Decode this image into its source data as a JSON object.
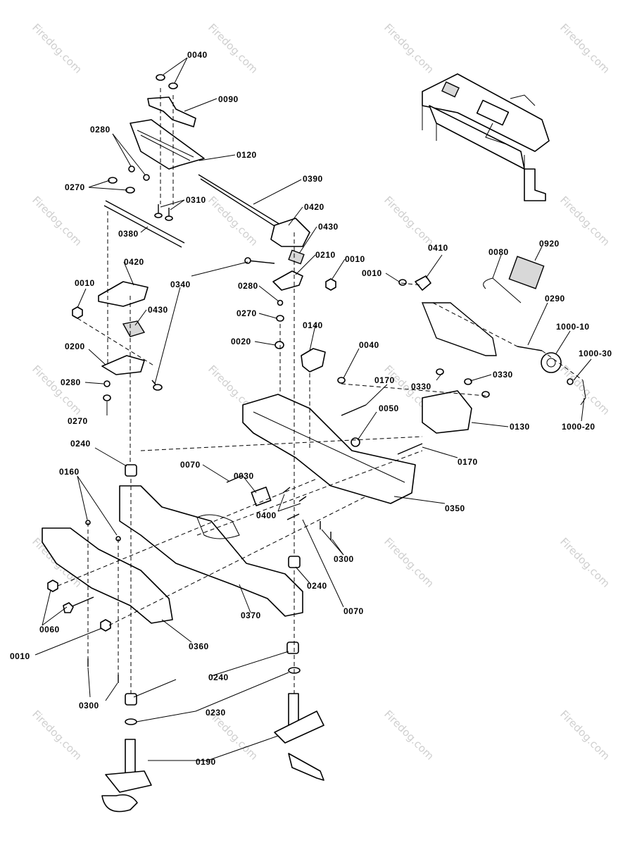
{
  "watermark": {
    "text": "Firedog.com",
    "color": "#cfcfcf"
  },
  "callouts": [
    {
      "id": "c0040a",
      "text": "0040"
    },
    {
      "id": "c0090",
      "text": "0090"
    },
    {
      "id": "c0280a",
      "text": "0280"
    },
    {
      "id": "c0120",
      "text": "0120"
    },
    {
      "id": "c0270a",
      "text": "0270"
    },
    {
      "id": "c0390",
      "text": "0390"
    },
    {
      "id": "c0310",
      "text": "0310"
    },
    {
      "id": "c0420a",
      "text": "0420"
    },
    {
      "id": "c0380",
      "text": "0380"
    },
    {
      "id": "c0430a",
      "text": "0430"
    },
    {
      "id": "c0210",
      "text": "0210"
    },
    {
      "id": "c0010a",
      "text": "0010"
    },
    {
      "id": "c0420b",
      "text": "0420"
    },
    {
      "id": "c0340",
      "text": "0340"
    },
    {
      "id": "c0010b",
      "text": "0010"
    },
    {
      "id": "c0280b",
      "text": "0280"
    },
    {
      "id": "c0430b",
      "text": "0430"
    },
    {
      "id": "c0270b",
      "text": "0270"
    },
    {
      "id": "c0140",
      "text": "0140"
    },
    {
      "id": "c0020",
      "text": "0020"
    },
    {
      "id": "c0040b",
      "text": "0040"
    },
    {
      "id": "c0200",
      "text": "0200"
    },
    {
      "id": "c0280c",
      "text": "0280"
    },
    {
      "id": "c0270c",
      "text": "0270"
    },
    {
      "id": "c0410",
      "text": "0410"
    },
    {
      "id": "c0010c",
      "text": "0010"
    },
    {
      "id": "c0080",
      "text": "0080"
    },
    {
      "id": "c0920",
      "text": "0920"
    },
    {
      "id": "c0290",
      "text": "0290"
    },
    {
      "id": "c1000-10",
      "text": "1000-10"
    },
    {
      "id": "c1000-30",
      "text": "1000-30"
    },
    {
      "id": "c1000-20",
      "text": "1000-20"
    },
    {
      "id": "c0170a",
      "text": "0170"
    },
    {
      "id": "c0330a",
      "text": "0330"
    },
    {
      "id": "c0330b",
      "text": "0330"
    },
    {
      "id": "c0050",
      "text": "0050"
    },
    {
      "id": "c0130",
      "text": "0130"
    },
    {
      "id": "c0170b",
      "text": "0170"
    },
    {
      "id": "c0240a",
      "text": "0240"
    },
    {
      "id": "c0070a",
      "text": "0070"
    },
    {
      "id": "c0160",
      "text": "0160"
    },
    {
      "id": "c0030",
      "text": "0030"
    },
    {
      "id": "c0400",
      "text": "0400"
    },
    {
      "id": "c0350",
      "text": "0350"
    },
    {
      "id": "c0300a",
      "text": "0300"
    },
    {
      "id": "c0240b",
      "text": "0240"
    },
    {
      "id": "c0070b",
      "text": "0070"
    },
    {
      "id": "c0370",
      "text": "0370"
    },
    {
      "id": "c0060",
      "text": "0060"
    },
    {
      "id": "c0360",
      "text": "0360"
    },
    {
      "id": "c0010d",
      "text": "0010"
    },
    {
      "id": "c0240c",
      "text": "0240"
    },
    {
      "id": "c0300b",
      "text": "0300"
    },
    {
      "id": "c0230",
      "text": "0230"
    },
    {
      "id": "c0190",
      "text": "0190"
    }
  ]
}
